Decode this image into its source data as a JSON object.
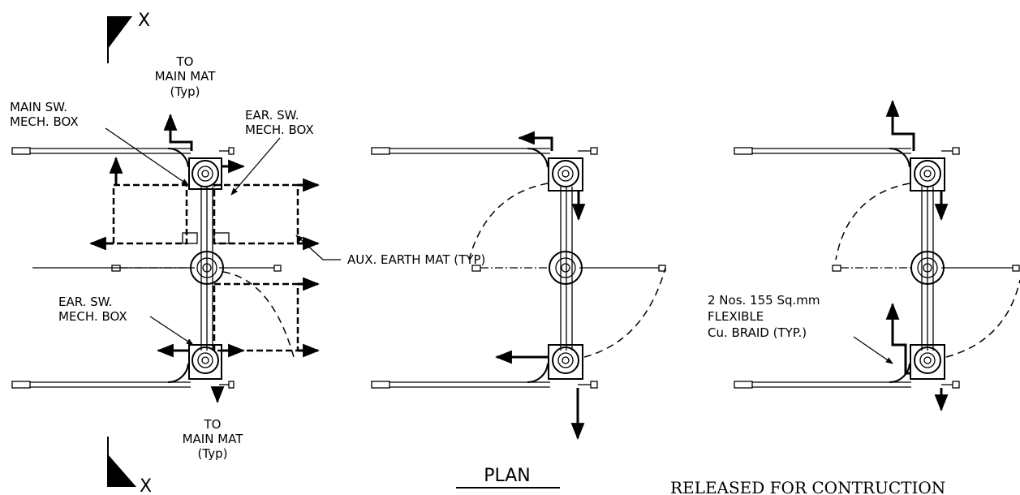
{
  "section_marker": {
    "top": "X",
    "bottom": "X"
  },
  "labels": {
    "to_main_mat_top": [
      "TO",
      "MAIN MAT",
      "(Typ)"
    ],
    "to_main_mat_bottom": [
      "TO",
      "MAIN MAT",
      "(Typ)"
    ],
    "main_sw_mech_box": [
      "MAIN SW.",
      "MECH. BOX"
    ],
    "ear_sw_mech_box_top": [
      "EAR. SW.",
      "MECH. BOX"
    ],
    "ear_sw_mech_box_bottom": [
      "EAR. SW.",
      "MECH. BOX"
    ],
    "aux_earth_mat": "AUX. EARTH MAT (TYP)",
    "braid": [
      "2 Nos. 155 Sq.mm",
      "FLEXIBLE",
      "Cu. BRAID (TYP.)"
    ]
  },
  "plan_title": "PLAN",
  "stamp": "RELEASED FOR CONTRUCTION"
}
